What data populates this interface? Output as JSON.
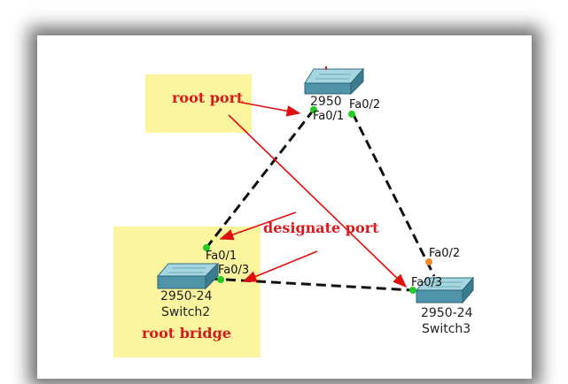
{
  "annotations": {
    "root_port": "root port",
    "designate_port": "designate port",
    "root_bridge": "root bridge"
  },
  "switch1": {
    "model": "2950",
    "ports": {
      "fa0_1": "Fa0/1",
      "fa0_2": "Fa0/2"
    }
  },
  "switch2": {
    "model": "2950-24",
    "name": "Switch2",
    "ports": {
      "fa0_1": "Fa0/1",
      "fa0_3": "Fa0/3"
    }
  },
  "switch3": {
    "model": "2950-24",
    "name": "Switch3",
    "ports": {
      "fa0_2": "Fa0/2",
      "fa0_3": "Fa0/3"
    }
  },
  "colors": {
    "annotation_text": "#d91a1a",
    "arrow": "#e01010",
    "highlight_box": "#fbf5a0",
    "link": "#111111",
    "port_forwarding": "#22cc22",
    "port_blocking": "#f08a2a",
    "switch_body": "#4f94a8"
  }
}
